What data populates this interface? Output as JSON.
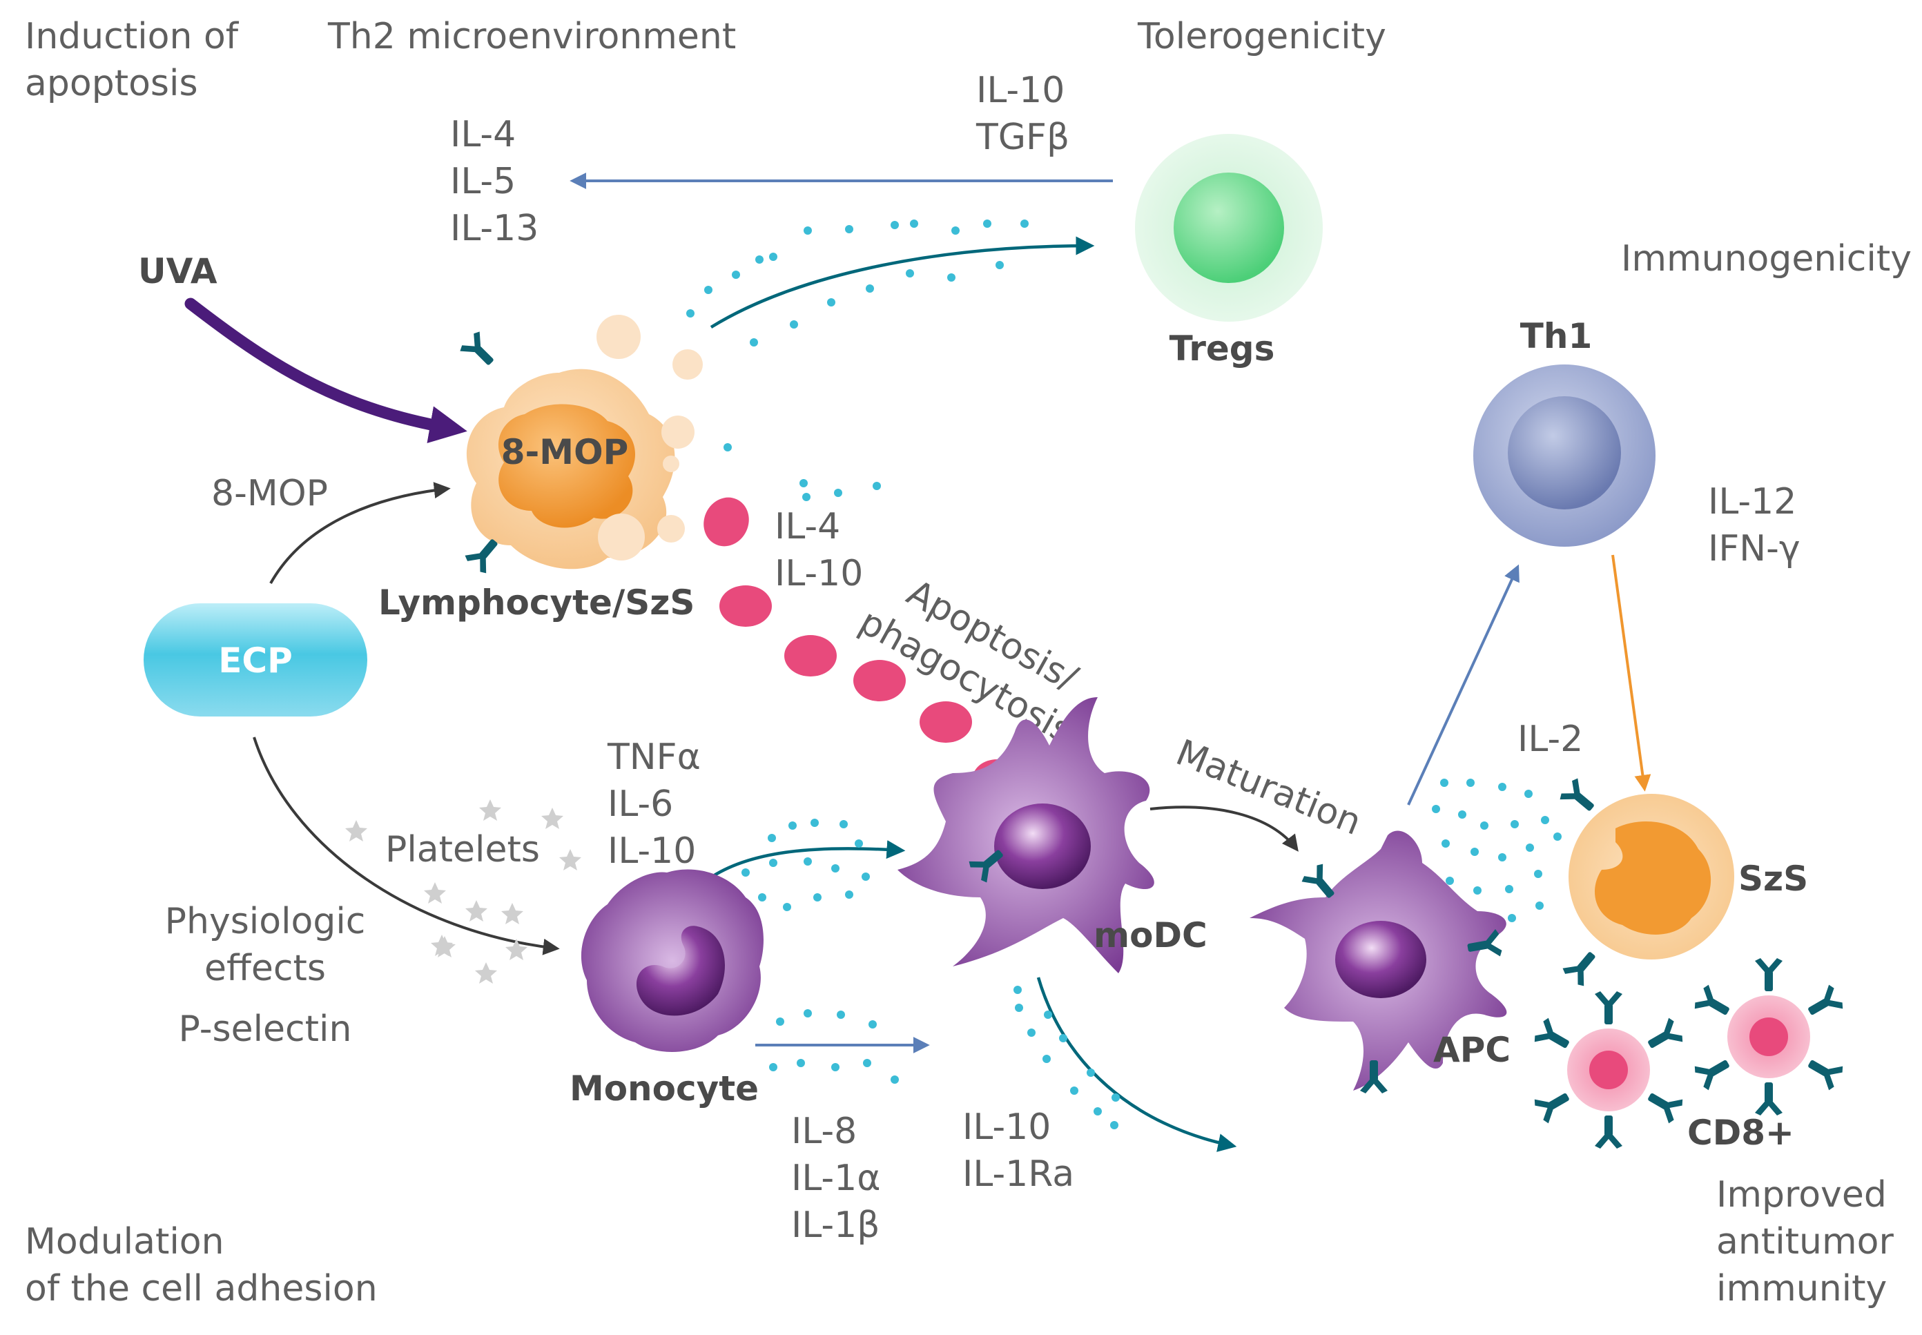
{
  "corners": {
    "induction": [
      "Induction of",
      "apoptosis"
    ],
    "th2": "Th2 microenvironment",
    "tolerogenicity": "Tolerogenicity",
    "immunogenicity": "Immunogenicity",
    "modulation": [
      "Modulation",
      "of the cell adhesion"
    ],
    "physiologic": [
      "Physiologic",
      "effects",
      "P-selectin"
    ],
    "antitumor": [
      "Improved",
      "antitumor",
      "immunity"
    ]
  },
  "cells": {
    "uva": "UVA",
    "mop_in_cell": "8-MOP",
    "ecp": "ECP",
    "lymphocyte": "Lymphocyte/SzS",
    "tregs": "Tregs",
    "th1": "Th1",
    "modc": "moDC",
    "apc": "APC",
    "szs": "SzS",
    "monocyte": "Monocyte",
    "cd8": "CD8+"
  },
  "arrows": {
    "mop_label": "8-MOP",
    "platelets": "Platelets",
    "apoptosis": [
      "Apoptosis/",
      "phagocytosis"
    ],
    "maturation": "Maturation"
  },
  "cytokines": {
    "th2": [
      "IL-4",
      "IL-5",
      "IL-13"
    ],
    "tregs": [
      "IL-10",
      "TGFβ"
    ],
    "lymph": [
      "IL-4",
      "IL-10"
    ],
    "monocyte_up": [
      "TNFα",
      "IL-6",
      "IL-10"
    ],
    "monocyte_down": [
      "IL-8",
      "IL-1α",
      "IL-1β"
    ],
    "modc_down": [
      "IL-10",
      "IL-1Ra"
    ],
    "th1": [
      "IL-12",
      "IFN-γ"
    ],
    "il2": "IL-2"
  },
  "colors": {
    "text": "#5f5f5f",
    "uva_arrow": "#4b1c7a",
    "teal_arrow": "#00677a",
    "blue_arrow": "#5b7fb8",
    "orange_arrow": "#f0962e",
    "dots": "#3bbcd6",
    "pink": "#e84a7c",
    "orange_cell": "#f29a32",
    "purple_cell": "#6a2d82",
    "ecp": "#3ec3e0",
    "treg": "#7fdc9a",
    "th1": "#7f8ebf"
  }
}
